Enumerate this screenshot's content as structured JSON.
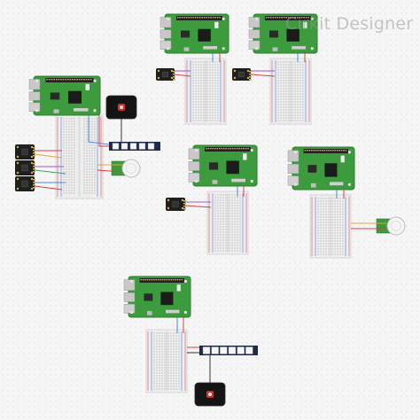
{
  "watermark": {
    "text": "Cirkit Designer",
    "color": "#9a9a9a"
  },
  "colors": {
    "background": "#f6f6f6",
    "pcb": "#3c9b3c",
    "pcb_dark": "#2f7e2f",
    "chip": "#1b1b1b",
    "gold": "#d4b13a",
    "breadboard": "#eeeeee",
    "breadboard_hole": "#b5b5b5",
    "rail_red": "#e05050",
    "rail_blue": "#4a7ad8",
    "module_black": "#1f1f1f",
    "led_strip": "#1e2a4a",
    "pir_dome": "#f4f4f4",
    "wire_red": "#d84040",
    "wire_black": "#333333",
    "wire_orange": "#e8a040",
    "wire_blue": "#4a8ae0",
    "wire_purple": "#9a5ad0",
    "wire_green": "#3aaa5a"
  },
  "circuits": [
    {
      "id": "circuit-1",
      "components": [
        "raspberry-pi",
        "breadboard",
        "power-supply",
        "led-strip",
        "sensor-module",
        "sensor-module",
        "sensor-module",
        "pir-sensor"
      ]
    },
    {
      "id": "circuit-2",
      "components": [
        "raspberry-pi",
        "breadboard",
        "sensor-module"
      ]
    },
    {
      "id": "circuit-3",
      "components": [
        "raspberry-pi",
        "breadboard",
        "sensor-module"
      ]
    },
    {
      "id": "circuit-4",
      "components": [
        "raspberry-pi",
        "breadboard",
        "sensor-module"
      ]
    },
    {
      "id": "circuit-5",
      "components": [
        "raspberry-pi",
        "breadboard",
        "pir-sensor"
      ]
    },
    {
      "id": "circuit-6",
      "components": [
        "raspberry-pi",
        "breadboard",
        "led-strip",
        "power-supply"
      ]
    }
  ]
}
